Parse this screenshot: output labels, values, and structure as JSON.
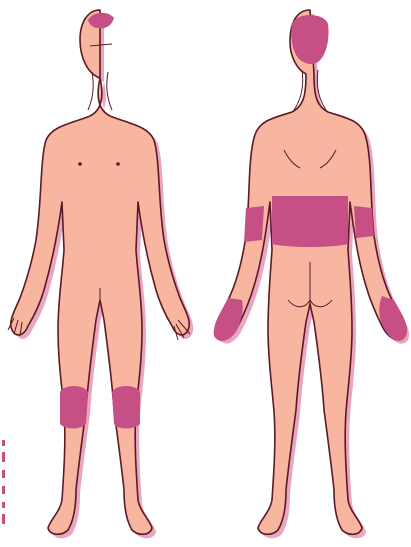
{
  "figures": [
    {
      "id": "front",
      "view": "front"
    },
    {
      "id": "back",
      "view": "back"
    }
  ],
  "affected_areas": {
    "front": [
      "scalp-crown",
      "left-knee",
      "right-knee"
    ],
    "back": [
      "scalp",
      "lower-back",
      "left-elbow",
      "right-elbow",
      "left-hand",
      "right-hand"
    ]
  },
  "colors": {
    "skin": "#f8b6a0",
    "skin_shadow": "#e8a6c0",
    "outline": "#5a1a26",
    "lesion": "#c64f86",
    "background": "#ffffff",
    "edge_mark": "#c64f86"
  }
}
